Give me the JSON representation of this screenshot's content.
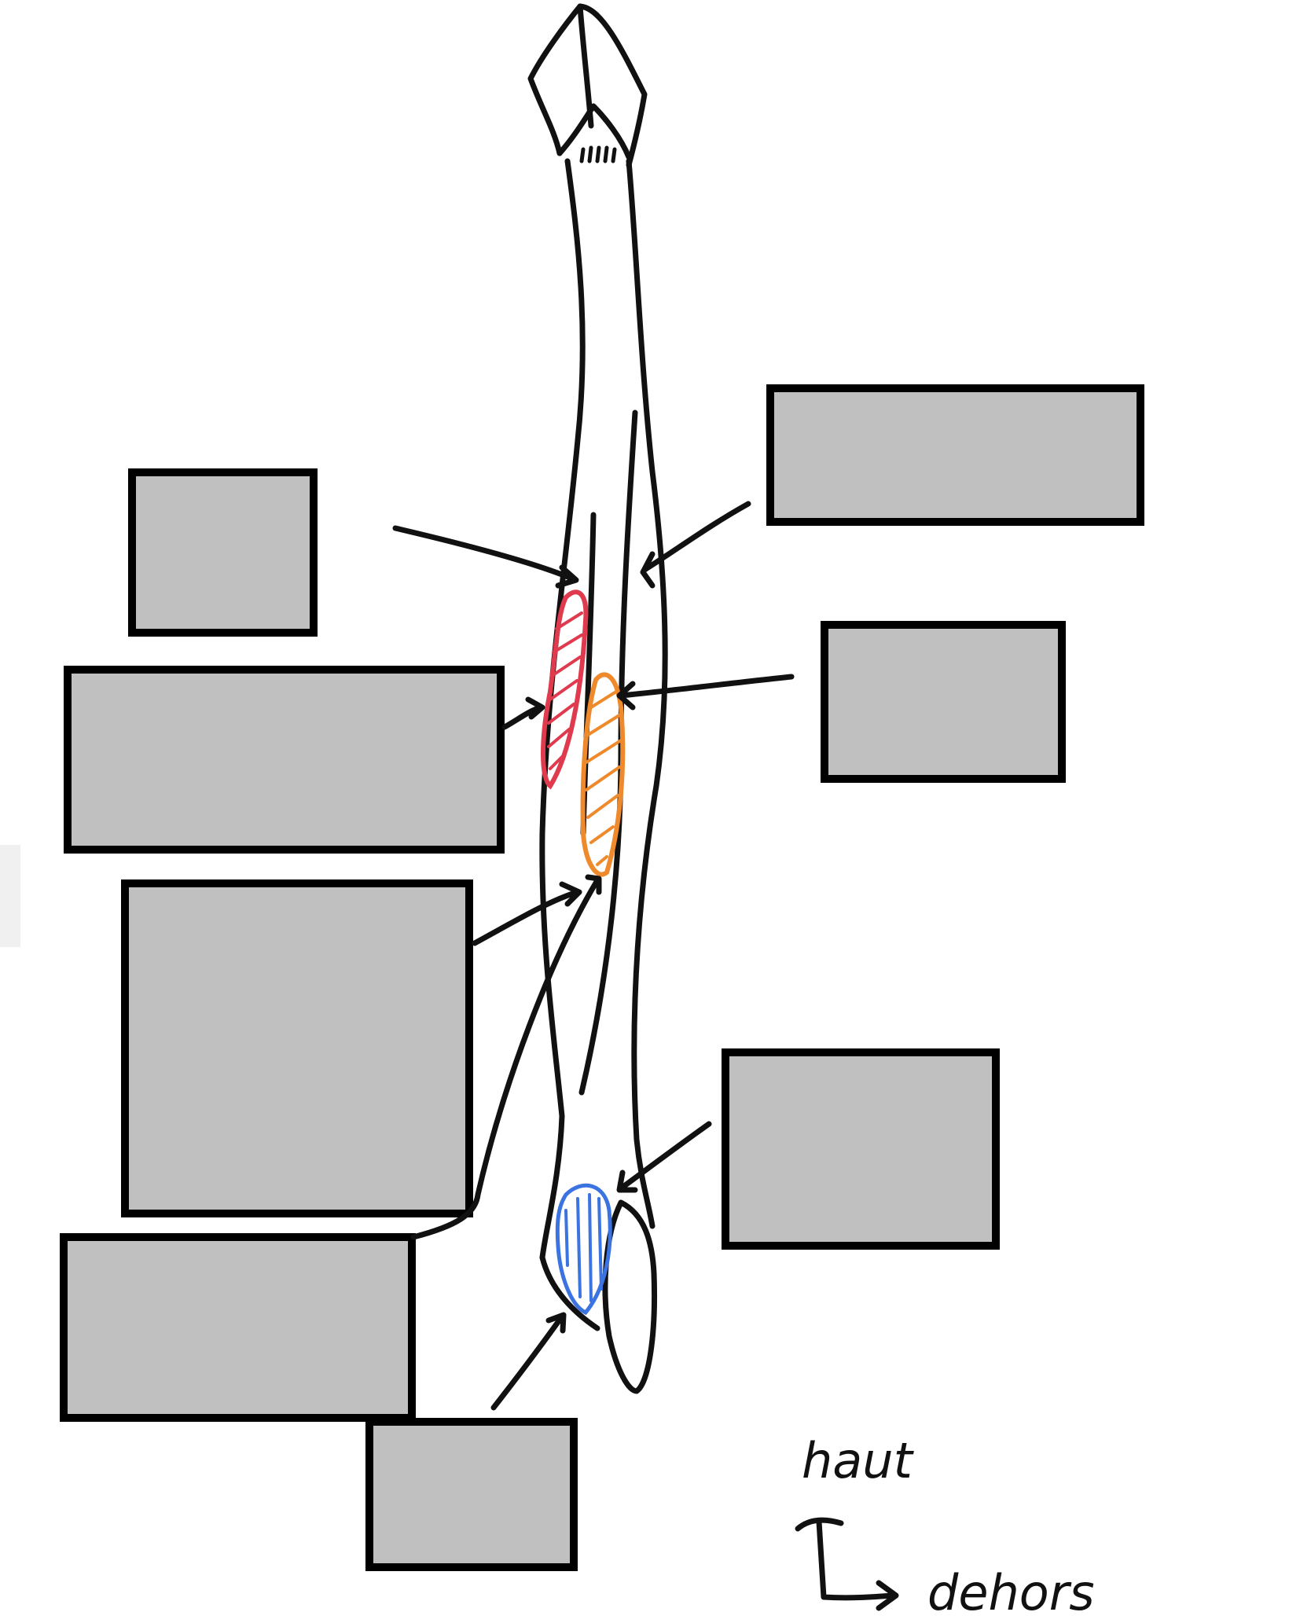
{
  "orientation": {
    "up_label": "haut",
    "out_label": "dehors"
  },
  "colors": {
    "box_fill": "#c0c0c0",
    "red_zone": "#e03a4e",
    "orange_zone": "#ef8a2c",
    "blue_zone": "#3b73e0"
  },
  "label_boxes": [
    {
      "id": "box-1",
      "text": ""
    },
    {
      "id": "box-2",
      "text": ""
    },
    {
      "id": "box-3",
      "text": ""
    },
    {
      "id": "box-4",
      "text": ""
    },
    {
      "id": "box-5",
      "text": ""
    },
    {
      "id": "box-6",
      "text": ""
    },
    {
      "id": "box-7",
      "text": ""
    },
    {
      "id": "box-8",
      "text": ""
    }
  ]
}
